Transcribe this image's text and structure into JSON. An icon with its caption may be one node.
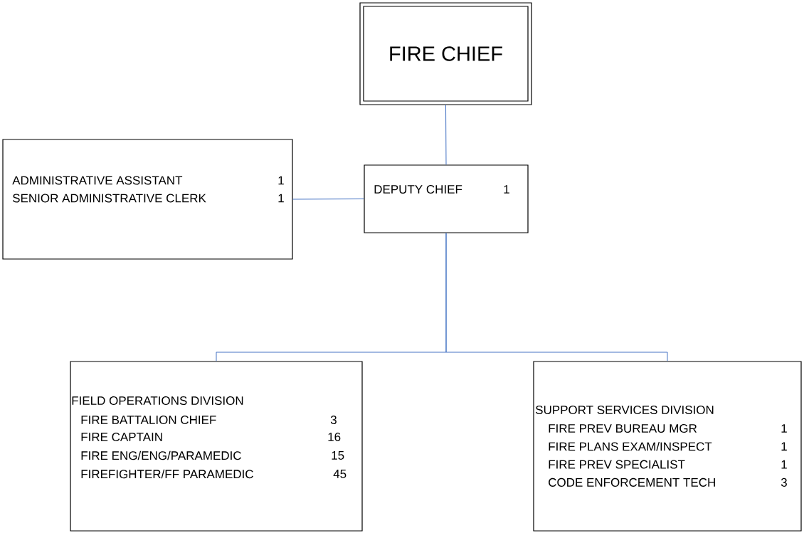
{
  "diagram": {
    "nodes": [
      {
        "text": [
          "FIRE CHIEF"
        ]
      },
      {
        "text": [
          "DEPUTY CHIEF",
          "1"
        ]
      },
      {
        "text": [
          "ADMINISTRATIVE ASSISTANT",
          "1",
          "SENIOR ADMINISTRATIVE CLERK",
          "1"
        ]
      },
      {
        "text": [
          "FIELD OPERATIONS DIVISION",
          "FIRE BATTALION CHIEF",
          "3",
          "FIRE CAPTAIN",
          "16",
          "FIRE ENG/ENG/PARAMEDIC",
          "15",
          "FIREFIGHTER/FF PARAMEDIC",
          "45"
        ]
      },
      {
        "text": [
          "SUPPORT SERVICES DIVISION",
          "FIRE PREV BUREAU MGR",
          "1",
          "FIRE PLANS EXAM/INSPECT",
          "1",
          "FIRE PREV SPECIALIST",
          "1",
          "CODE ENFORCEMENT TECH",
          "3"
        ]
      }
    ],
    "edges": [
      {
        "from": 0,
        "to": 1,
        "arrow": "none"
      },
      {
        "from": 1,
        "to": 2,
        "arrow": "none"
      },
      {
        "from": 1,
        "to": 3,
        "arrow": "none"
      },
      {
        "from": 1,
        "to": 4,
        "arrow": "none"
      }
    ]
  }
}
